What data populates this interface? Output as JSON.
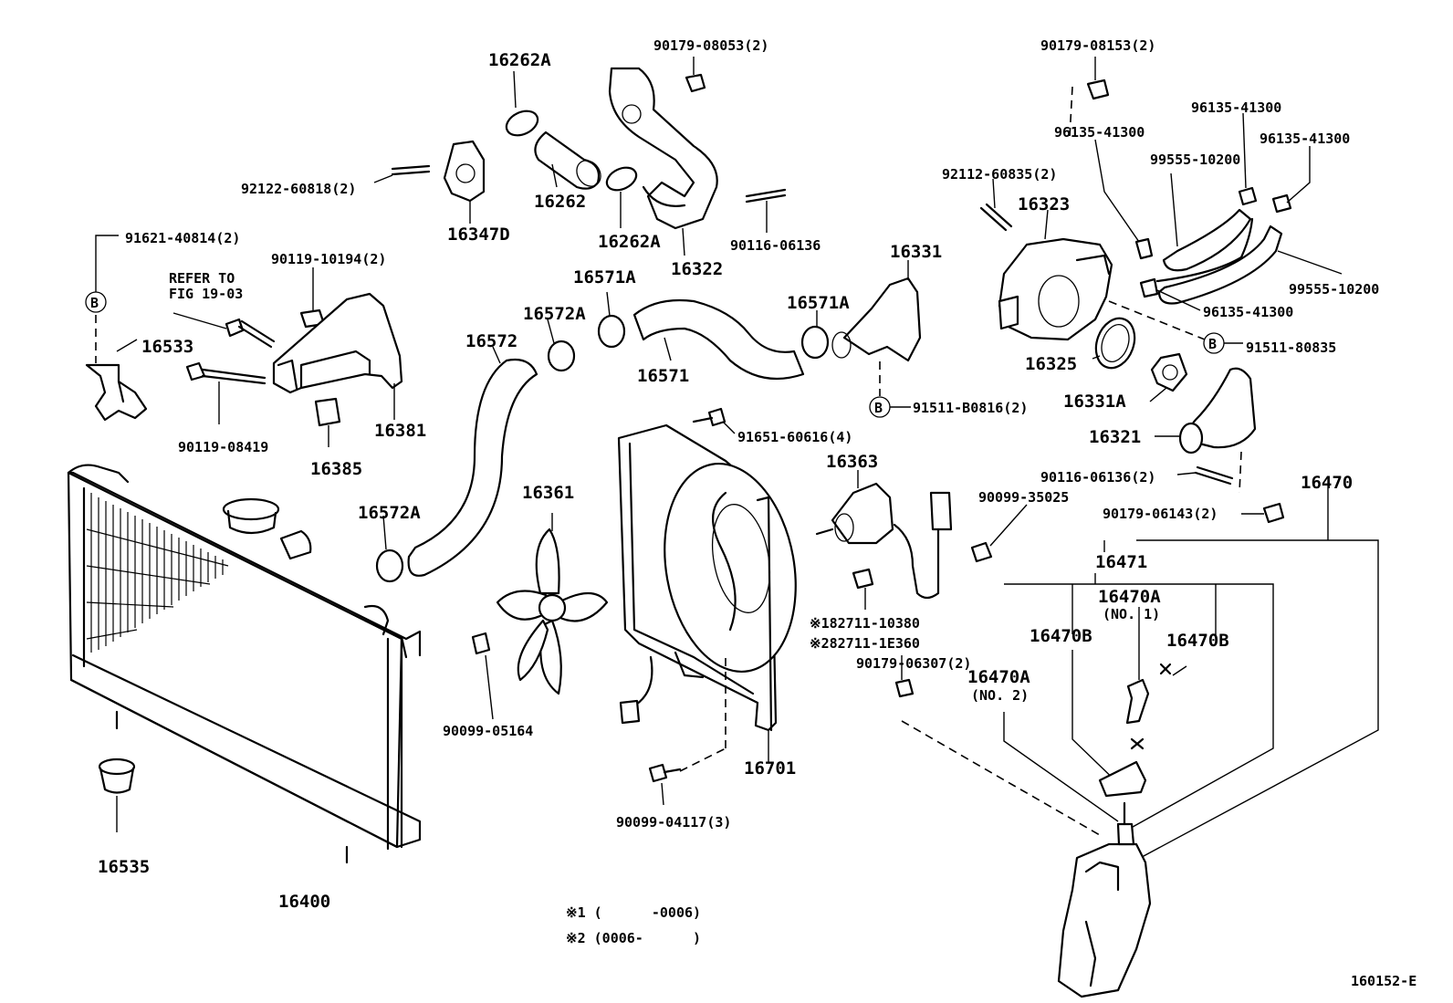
{
  "labels": {
    "p16262A_top": "16262A",
    "p90179_08053": "90179-08053(2)",
    "p90179_08153": "90179-08153(2)",
    "p96135_41300_a": "96135-41300",
    "p96135_41300_b": "96135-41300",
    "p96135_41300_c": "96135-41300",
    "p96135_41300_d": "96135-41300",
    "p99555_10200_a": "99555-10200",
    "p99555_10200_b": "99555-10200",
    "p92122_60818": "92122-60818(2)",
    "p16262": "16262",
    "p16347D": "16347D",
    "p16262A_bot": "16262A",
    "p16322": "16322",
    "p90116_06136": "90116-06136",
    "p92112_60835": "92112-60835(2)",
    "p16323": "16323",
    "p91621_40814": "91621-40814(2)",
    "p90119_10194": "90119-10194(2)",
    "refer_to_1": "REFER TO",
    "refer_to_2": "FIG 19-03",
    "p16331": "16331",
    "p16571A_a": "16571A",
    "p16571A_b": "16571A",
    "p16572A_top": "16572A",
    "p16572": "16572",
    "p16571": "16571",
    "p16533": "16533",
    "p90119_08419": "90119-08419",
    "p16381": "16381",
    "p16385": "16385",
    "p91511_80835": "91511-80835",
    "p16325": "16325",
    "p16331A": "16331A",
    "p91511_B0816": "91511-B0816(2)",
    "p16321": "16321",
    "p91651_60616": "91651-60616(4)",
    "p16363": "16363",
    "p16361": "16361",
    "p16572A_mid": "16572A",
    "p90116_06136_2": "90116-06136(2)",
    "p16470": "16470",
    "p90099_35025": "90099-35025",
    "p90179_06143": "90179-06143(2)",
    "p16471": "16471",
    "p16470A_no1": "16470A",
    "no1": "(NO. 1)",
    "p16470B_a": "16470B",
    "p16470B_b": "16470B",
    "p82711_10380": "※182711-10380",
    "p82711_1E360": "※282711-1E360",
    "p90179_06307": "90179-06307(2)",
    "p16470A_no2": "16470A",
    "no2": "(NO. 2)",
    "p90099_05164": "90099-05164",
    "p16701": "16701",
    "p90099_04117": "90099-04117(3)",
    "p16535": "16535",
    "p16400": "16400",
    "note1": "※1 (      -0006)",
    "note2": "※2 (0006-      )",
    "fig_code": "160152-E",
    "ref_b": "B"
  }
}
